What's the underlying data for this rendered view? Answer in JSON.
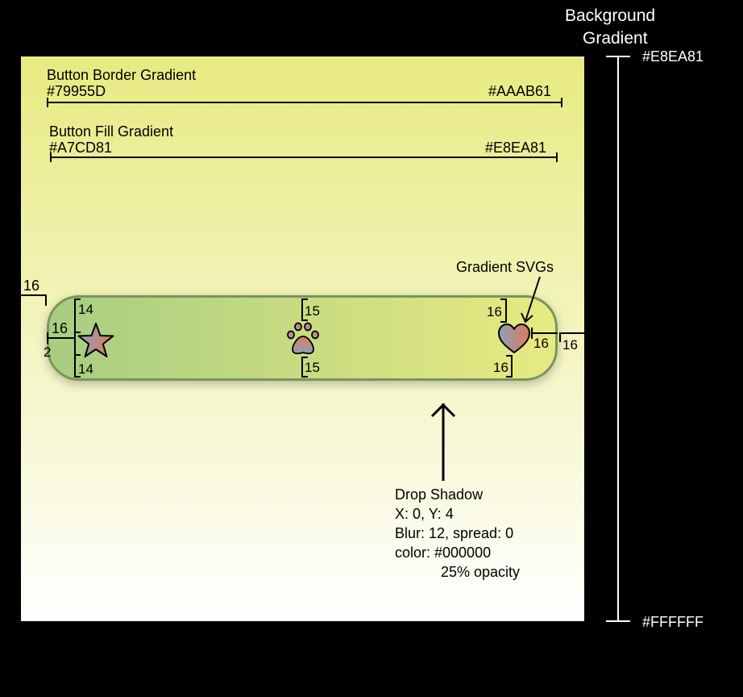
{
  "colors": {
    "border_start": "#79955D",
    "border_end": "#AAAB61",
    "fill_start": "#A7CD81",
    "fill_end": "#E8EA81",
    "bg_top": "#E8EA81",
    "bg_bottom": "#FFFFFF"
  },
  "background": {
    "title_line1": "Background",
    "title_line2": "Gradient",
    "top_hex": "#E8EA81",
    "bottom_hex": "#FFFFFF"
  },
  "border_gradient": {
    "title": "Button Border Gradient",
    "start_hex": "#79955D",
    "end_hex": "#AAAB61"
  },
  "fill_gradient": {
    "title": "Button Fill Gradient",
    "start_hex": "#A7CD81",
    "end_hex": "#E8EA81"
  },
  "gradient_svgs_label": "Gradient SVGs",
  "drop_shadow": {
    "title": "Drop Shadow",
    "offset": "X: 0, Y: 4",
    "blur": "Blur: 12, spread: 0",
    "color": "color: #000000",
    "opacity": "25% opacity"
  },
  "dims": {
    "outer_left": "16",
    "left_pad": "16",
    "border_width": "2",
    "star_top": "14",
    "star_bottom": "14",
    "paw_top": "15",
    "paw_bottom": "15",
    "heart_top": "16",
    "heart_bottom": "16",
    "heart_right": "16",
    "outer_right": "16"
  },
  "icons": [
    "star-icon",
    "paw-icon",
    "heart-icon"
  ]
}
